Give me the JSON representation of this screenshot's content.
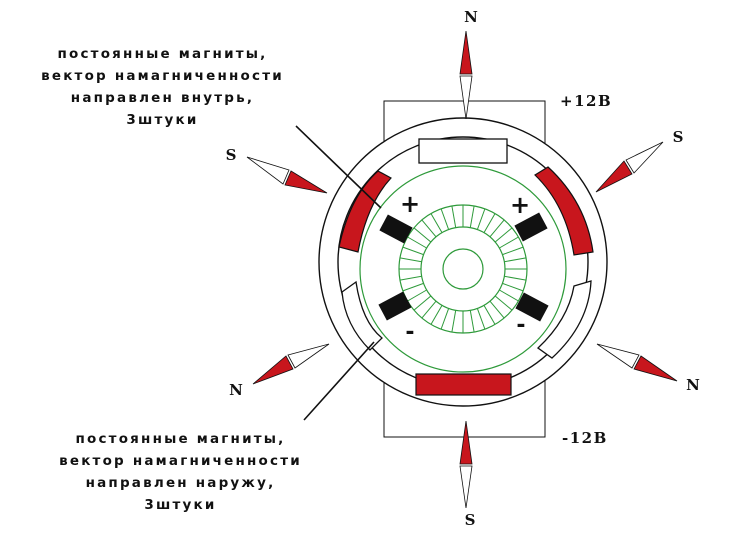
{
  "labels": {
    "inward_magnets": [
      "постоянные магниты,",
      "вектор намагниченности",
      "направлен внутрь,",
      "3штуки"
    ],
    "outward_magnets": [
      "постоянные магниты,",
      "вектор намагниченности",
      "направлен наружу,",
      "3штуки"
    ],
    "voltage_plus": "+12В",
    "voltage_minus": "-12В",
    "brush_plus": "+",
    "brush_minus": "-"
  },
  "poles": {
    "top": "N",
    "upper_right": "S",
    "lower_right": "N",
    "bottom": "S",
    "lower_left": "N",
    "upper_left": "S"
  },
  "colors": {
    "magnet": "#c8161d",
    "winding": "#2e9a3a",
    "outline": "#111111"
  }
}
